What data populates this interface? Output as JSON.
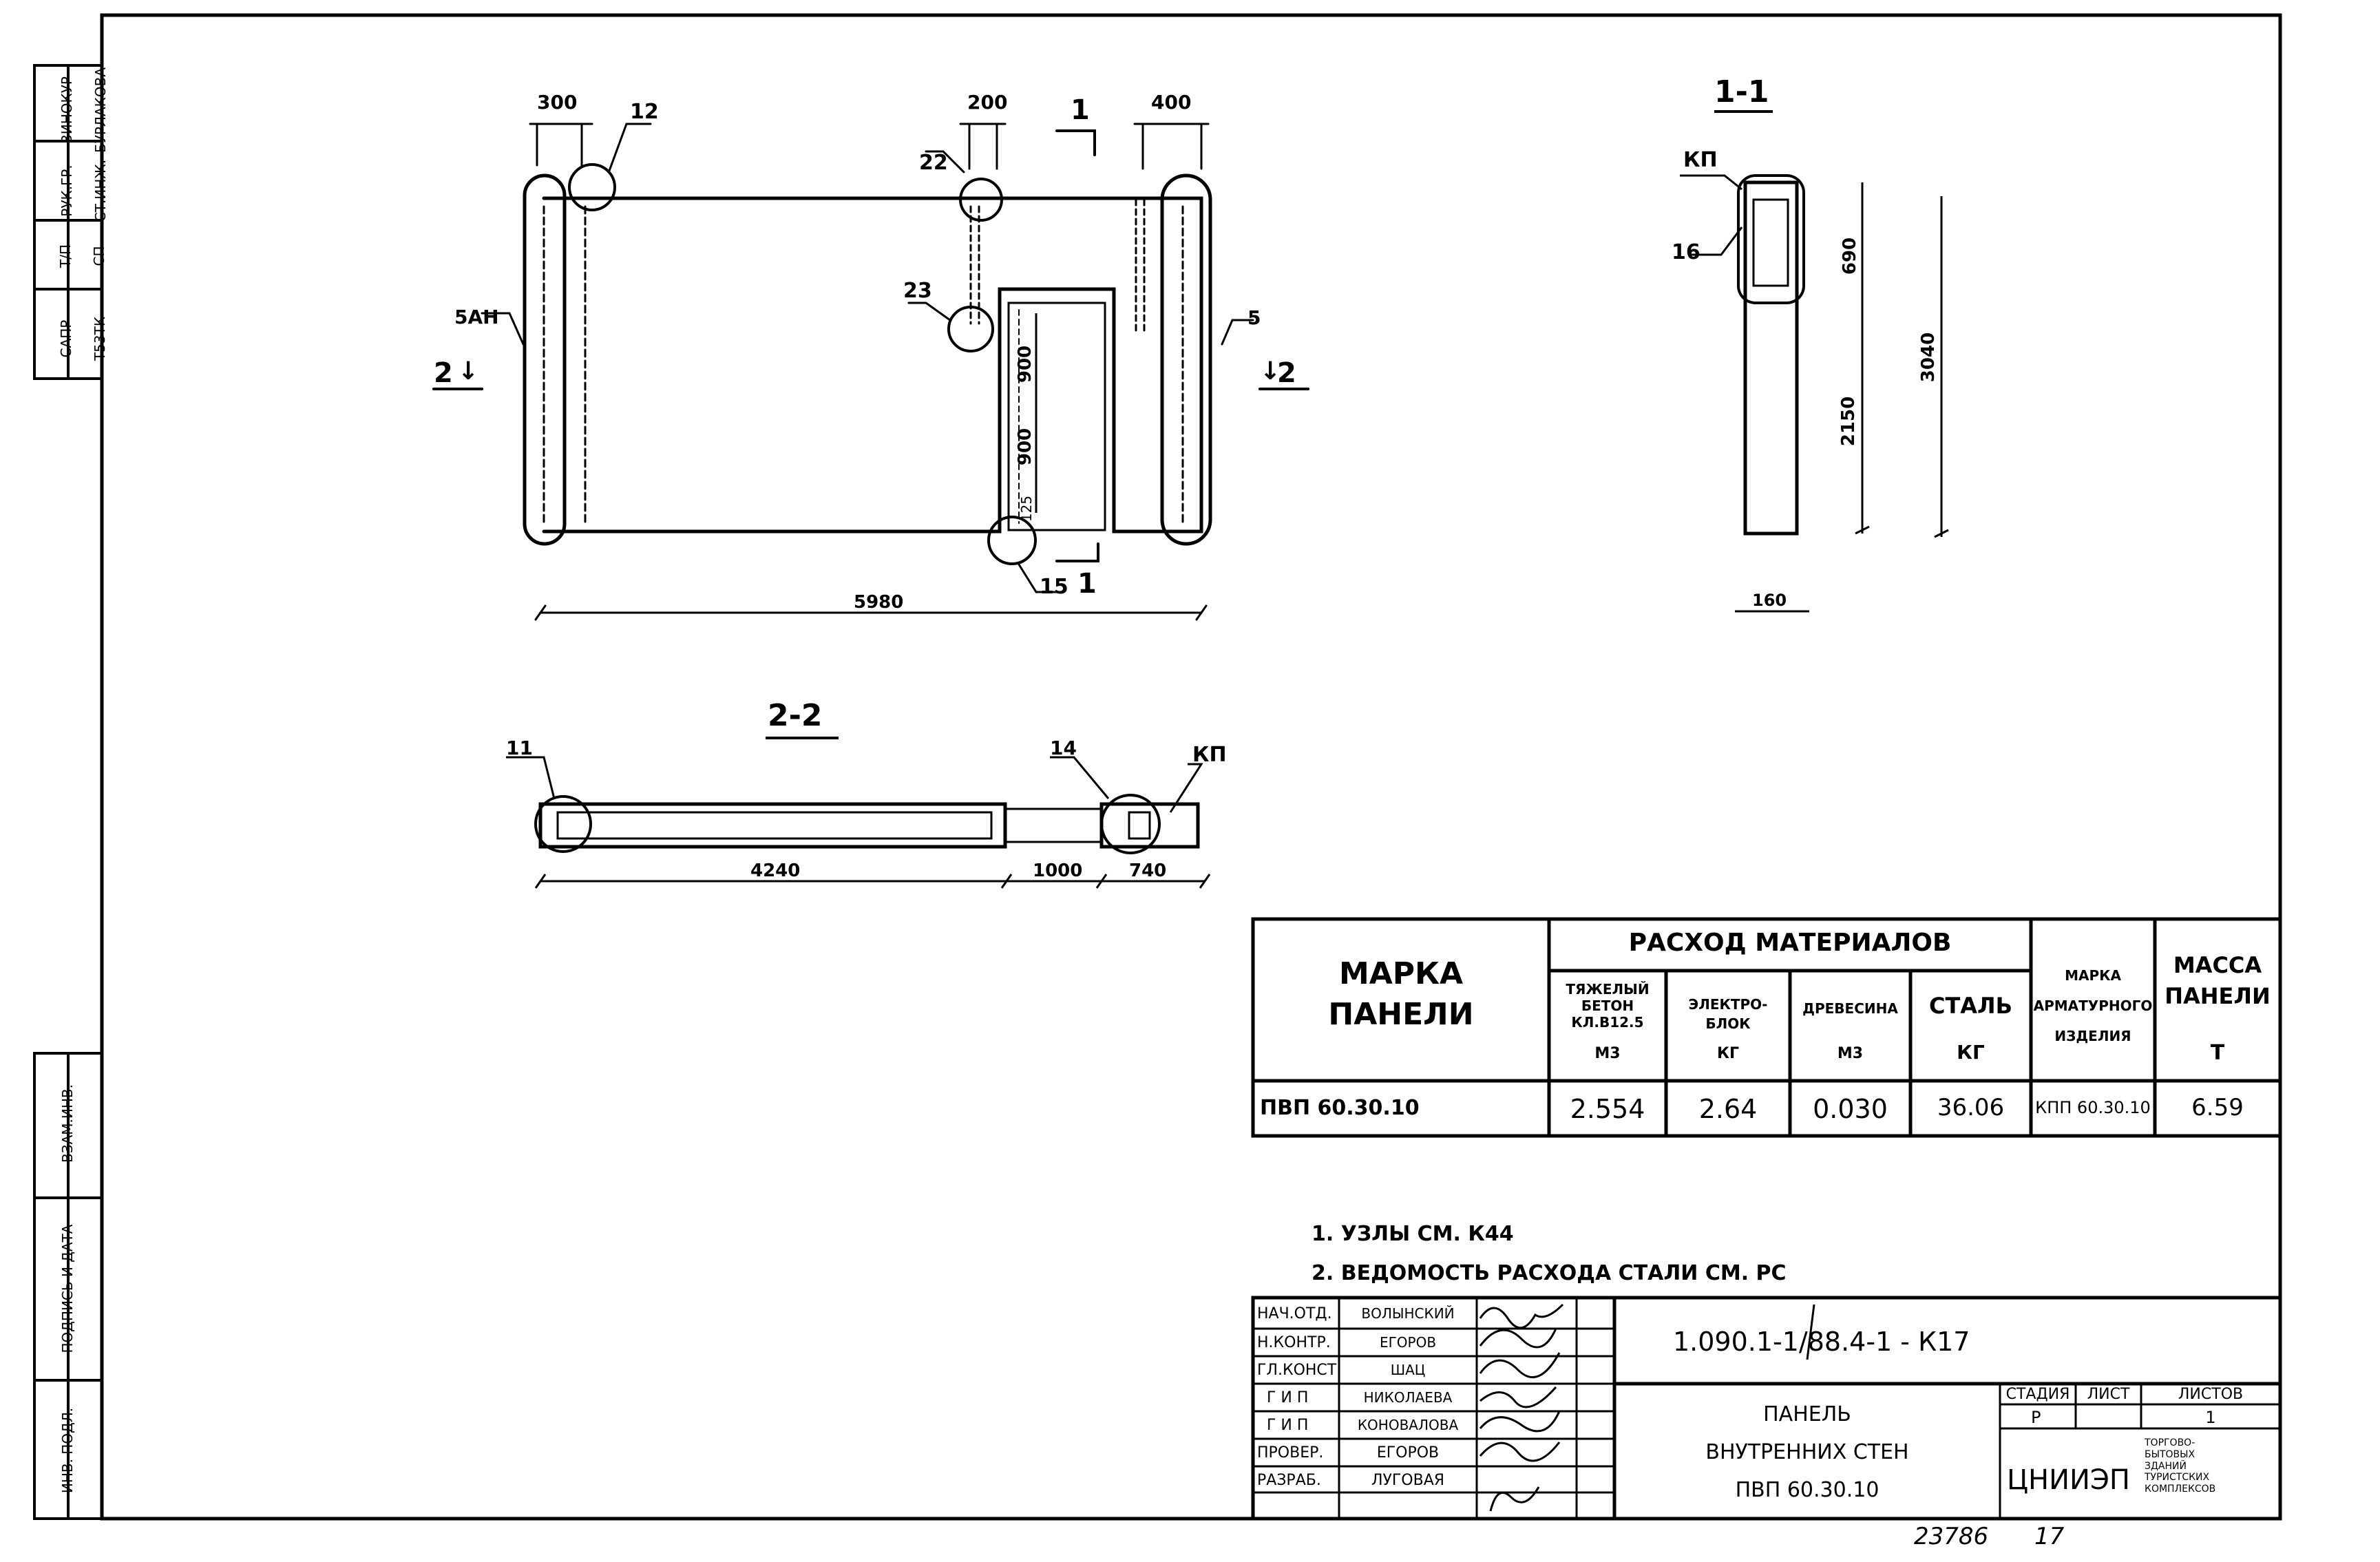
{
  "left_strip": {
    "top": [
      "САПР",
      "Т/П",
      "РУК.ГР.",
      "ВИНОКУР",
      "Т53ТК",
      "СП",
      "СТ.ИНЖ.",
      "БУРЛАКОВА"
    ],
    "bottom": [
      "ВЗАМ.ИНВ.",
      "ПОДПИСЬ И ДАТА",
      "ИНВ. ПОДЛ."
    ]
  },
  "drawing": {
    "elevation": {
      "dims": {
        "d300": "300",
        "d200": "200",
        "d400": "400",
        "d5980": "5980",
        "d900a": "900",
        "d900b": "900",
        "d125": "125"
      },
      "callouts": {
        "c12": "12",
        "c22": "22",
        "c23": "23",
        "c15": "15",
        "c5ah": "5АН",
        "c5": "5"
      },
      "section_marks": {
        "s2_left": "2",
        "s2_right": "2",
        "s1_top": "1",
        "s1_bottom": "1"
      }
    },
    "section_1_1": {
      "title": "1-1",
      "labels": {
        "kp": "КП",
        "c16": "16"
      },
      "dims": {
        "d690": "690",
        "d2150": "2150",
        "d3040": "3040",
        "d160": "160"
      }
    },
    "section_2_2": {
      "title": "2-2",
      "labels": {
        "c11": "11",
        "c14": "14",
        "kp": "КП"
      },
      "dims": {
        "d4240": "4240",
        "d1000": "1000",
        "d740": "740"
      }
    }
  },
  "materials_table": {
    "mark_header": "МАРКА\nПАНЕЛИ",
    "materials_header": "РАСХОД МАТЕРИАЛОВ",
    "columns": [
      {
        "name": "ТЯЖЕЛЫЙ БЕТОН КЛ.В12.5",
        "unit": "М3"
      },
      {
        "name": "ЭЛЕКТРО-БЛОК",
        "unit": "КГ"
      },
      {
        "name": "ДРЕВЕСИНА",
        "unit": "М3"
      },
      {
        "name": "СТАЛЬ",
        "unit": "КГ"
      }
    ],
    "armature_header": "МАРКА АРМАТУРНОГО ИЗДЕЛИЯ",
    "mass_header": "МАССА ПАНЕЛИ",
    "mass_unit": "Т",
    "row": {
      "mark": "ПВП 60.30.10",
      "concrete": "2.554",
      "electro": "2.64",
      "wood": "0.030",
      "steel": "36.06",
      "armature": "КПП 60.30.10",
      "mass": "6.59"
    }
  },
  "notes": [
    "1. УЗЛЫ СМ. К44",
    "2. ВЕДОМОСТЬ РАСХОДА СТАЛИ СМ. РС"
  ],
  "title_block": {
    "staff": [
      {
        "role": "НАЧ.ОТД.",
        "name": "ВОЛЫНСКИЙ"
      },
      {
        "role": "Н.КОНТР.",
        "name": "ЕГОРОВ"
      },
      {
        "role": "ГЛ.КОНСТ",
        "name": "ШАЦ"
      },
      {
        "role": "Г И П",
        "name": "НИКОЛАЕВА"
      },
      {
        "role": "Г И П",
        "name": "КОНОВАЛОВА"
      },
      {
        "role": "ПРОВЕР.",
        "name": "ЕГОРОВ"
      },
      {
        "role": "РАЗРАБ.",
        "name": "ЛУГОВАЯ"
      }
    ],
    "code": "1.090.1-1/88.4-1 - К17",
    "title_lines": [
      "ПАНЕЛЬ",
      "ВНУТРЕННИХ СТЕН",
      "ПВП 60.30.10"
    ],
    "stage_label": "СТАДИЯ",
    "sheet_label": "ЛИСТ",
    "sheets_label": "ЛИСТОВ",
    "stage": "Р",
    "sheet": "1",
    "org": "ЦНИИЭП",
    "org_sub": "ТОРГОВО-\nБЫТОВЫХ\nЗДАНИЙ\nТУРИСТСКИХ\nКОМПЛЕКСОВ"
  },
  "footer": {
    "number": "23786",
    "page": "17"
  }
}
